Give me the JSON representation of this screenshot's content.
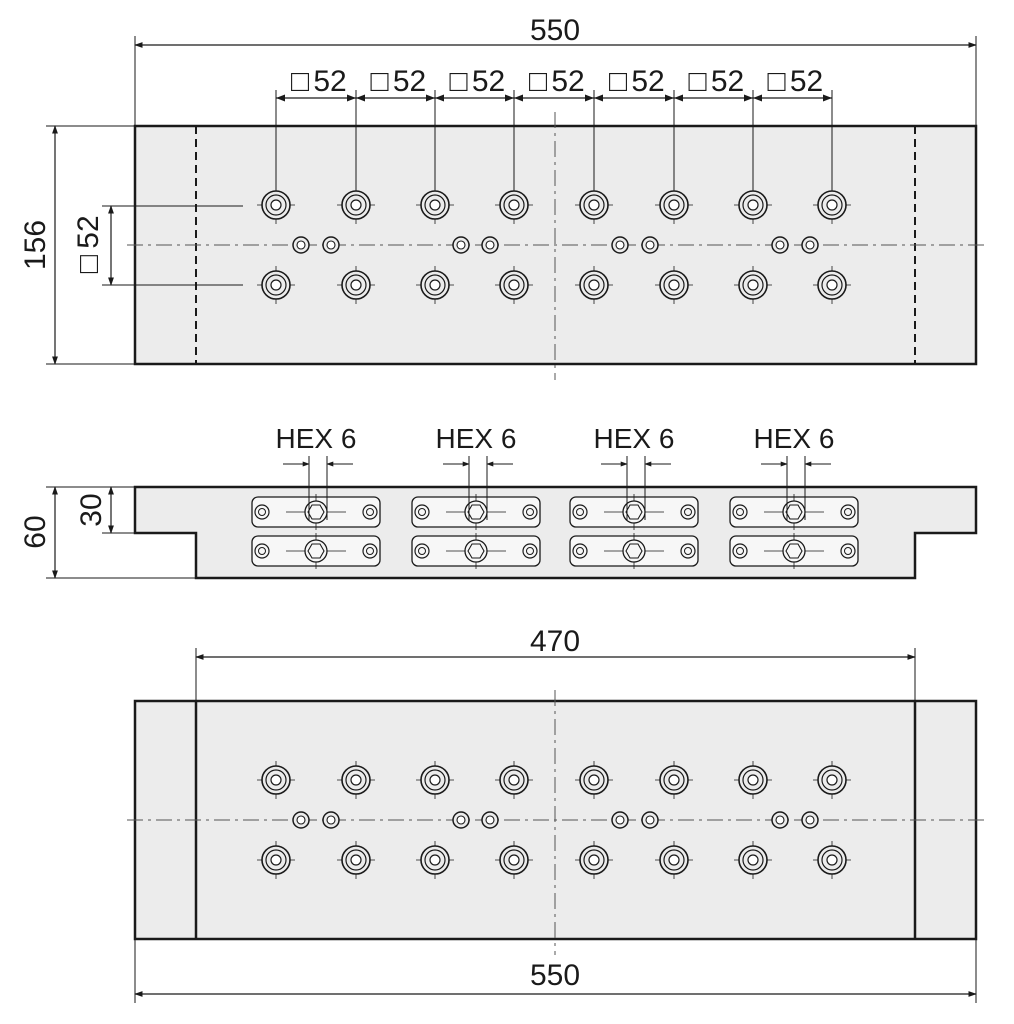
{
  "top_view": {
    "width_label": "550",
    "height_label": "156",
    "pitch_label": "52",
    "pitch_symbol": "□",
    "pitch_count": 7
  },
  "side_view": {
    "height_label": "60",
    "step_label": "30",
    "hex_label": "HEX 6"
  },
  "bottom_view": {
    "inner_width_label": "470",
    "width_label": "550"
  },
  "colors": {
    "stroke": "#1a1a1a",
    "fill": "#ececec",
    "slot_fill": "#f7f7f7"
  }
}
